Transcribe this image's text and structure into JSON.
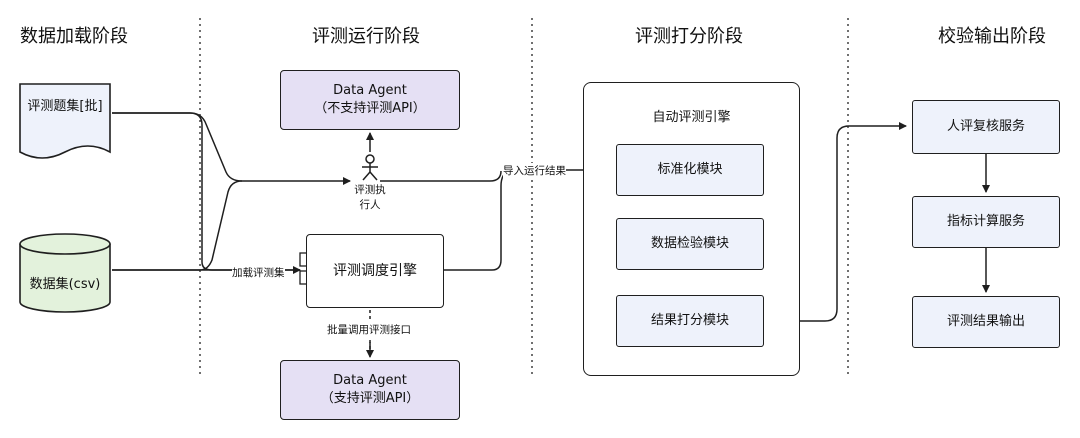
{
  "stages": [
    "数据加载阶段",
    "评测运行阶段",
    "评测打分阶段",
    "校验输出阶段"
  ],
  "nodes": {
    "question_set": "评测题集[批]",
    "dataset": "数据集(csv)",
    "agent_top": "Data Agent\n（不支持评测API）",
    "agent_bottom": "Data Agent\n（支持评测API）",
    "actor": "评测执\n行人",
    "scheduler": "评测调度引擎",
    "auto_engine": "自动评测引擎",
    "normalize": "标准化模块",
    "data_check": "数据检验模块",
    "scoring": "结果打分模块",
    "human_review": "人评复核服务",
    "metrics": "指标计算服务",
    "output": "评测结果输出"
  },
  "edge_labels": {
    "load": "加载评测集",
    "import": "导入运行结果",
    "batch_call": "批量调用评测接口"
  },
  "colors": {
    "blue_fill": "#eef2fb",
    "purple_fill": "#e5e0f4",
    "green_fill": "#e3f2dc",
    "stroke": "#1f1f1f"
  }
}
